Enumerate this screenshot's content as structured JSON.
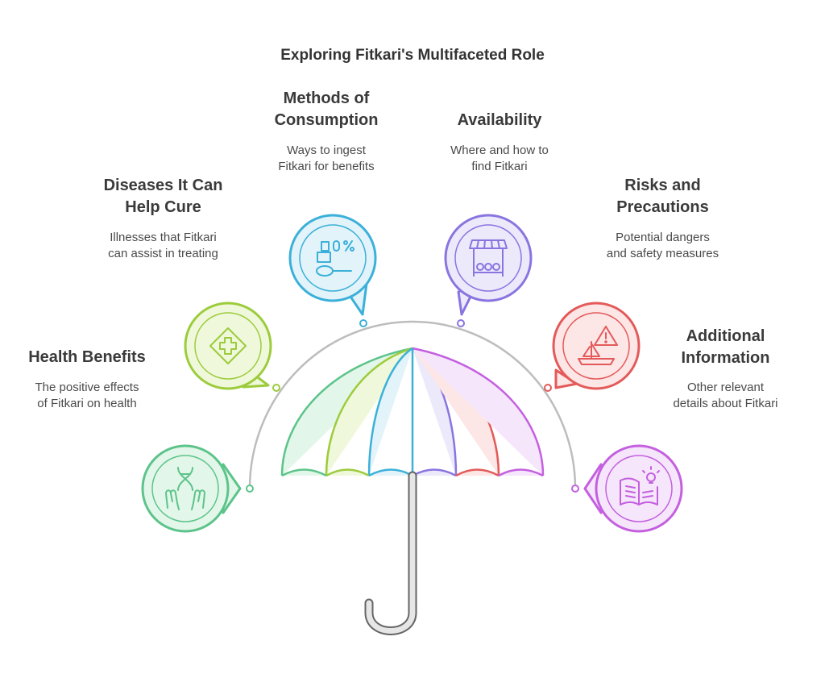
{
  "title": "Exploring Fitkari's Multifaceted Role",
  "segments": [
    {
      "id": "health-benefits",
      "heading": "Health Benefits",
      "description": "The positive effects\nof Fitkari on health",
      "icon": "hands-dna-icon",
      "color": "#5cc48a",
      "fill": "#e3f6ea"
    },
    {
      "id": "diseases",
      "heading": "Diseases It Can\nHelp Cure",
      "description": "Illnesses that Fitkari\ncan assist in treating",
      "icon": "medical-cross-icon",
      "color": "#9ccc3c",
      "fill": "#f0f8dc"
    },
    {
      "id": "consumption",
      "heading": "Methods of\nConsumption",
      "description": "Ways to ingest\nFitkari for benefits",
      "icon": "spoon-pills-icon",
      "color": "#3bb0d9",
      "fill": "#e2f3fa"
    },
    {
      "id": "availability",
      "heading": "Availability",
      "description": "Where and how to\nfind Fitkari",
      "icon": "market-stall-icon",
      "color": "#8a74e0",
      "fill": "#ece9fb"
    },
    {
      "id": "risks",
      "heading": "Risks and\nPrecautions",
      "description": "Potential dangers\nand safety measures",
      "icon": "warning-boat-icon",
      "color": "#e45a5a",
      "fill": "#fde6e6"
    },
    {
      "id": "additional",
      "heading": "Additional\nInformation",
      "description": "Other relevant\ndetails about Fitkari",
      "icon": "book-bulb-icon",
      "color": "#c460e0",
      "fill": "#f6e6fb"
    }
  ]
}
